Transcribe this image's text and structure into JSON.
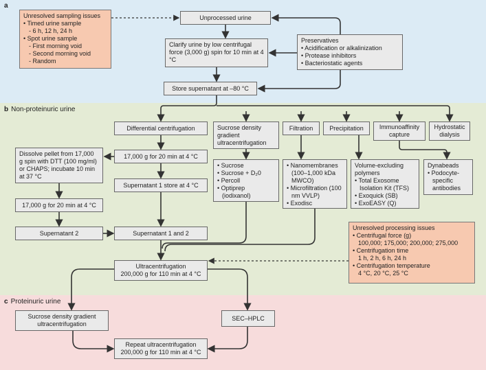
{
  "sections": {
    "a": {
      "letter": "a",
      "title": ""
    },
    "b": {
      "letter": "b",
      "title": "Non-proteinuric urine"
    },
    "c": {
      "letter": "c",
      "title": "Proteinuric urine"
    }
  },
  "sampling": {
    "title": "Unresolved sampling issues",
    "items": [
      {
        "type": "b",
        "text": "Timed urine sample"
      },
      {
        "type": "s",
        "text": "- 6 h, 12 h, 24 h"
      },
      {
        "type": "b",
        "text": "Spot urine sample"
      },
      {
        "type": "s",
        "text": "- First morning void"
      },
      {
        "type": "s",
        "text": "- Second morning void"
      },
      {
        "type": "s",
        "text": "- Random"
      }
    ]
  },
  "unprocessed": "Unprocessed urine",
  "clarify": "Clarify urine by low centrifugal force (3,000 g) spin for 10 min at 4 °C",
  "preservatives": {
    "title": "Preservatives",
    "items": [
      "Acidification or alkalinization",
      "Protease inhibitors",
      "Bacteriostatic agents"
    ]
  },
  "store": "Store supernatant at –80 °C",
  "methods": {
    "differential": "Differential centrifugation",
    "sucrose": "Sucrose density gradient ultracentrifugation",
    "filtration": "Filtration",
    "precipitation": "Precipitation",
    "immuno": "Immunoaffinity capture",
    "hydrostatic": "Hydrostatic dialysis"
  },
  "diff_steps": {
    "spin1": "17,000 g for 20 min at 4 °C",
    "dissolve": "Dissolve pellet from 17,000 g spin with DTT (100 mg/ml) or CHAPS; incubate 10 min at 37 °C",
    "super1": "Supernatant 1 store at 4 °C",
    "spin2": "17,000 g for 20 min at 4 °C",
    "super2": "Supernatant 2",
    "super12": "Supernatant 1 and 2"
  },
  "sucrose_list": [
    "Sucrose",
    "Sucrose + D₂0",
    "Percoll",
    "Optiprep (iodixanol)"
  ],
  "filtration_list": [
    "Nanomembranes (100–1,000 kDa MWCO)",
    "Microfiltration (100 nm VVLP)",
    "Exodisc"
  ],
  "precip_list": {
    "title": "Volume-excluding polymers",
    "items": [
      "Total Exosome Isolation Kit (TFS)",
      "Exoquick (SB)",
      "ExoEASY (Q)"
    ]
  },
  "immuno_list": {
    "title": "Dynabeads",
    "items": [
      "Podocyte-specific antibodies"
    ]
  },
  "processing": {
    "title": "Unresolved processing issues",
    "items": [
      {
        "type": "b",
        "text": "Centrifugal force (g)"
      },
      {
        "type": "s",
        "text": "100,000; 175,000; 200,000; 275,000"
      },
      {
        "type": "b",
        "text": "Centrifugation time"
      },
      {
        "type": "s",
        "text": "1 h, 2 h, 6 h, 24 h"
      },
      {
        "type": "b",
        "text": "Centrifugation temperature"
      },
      {
        "type": "s",
        "text": "4 °C, 20 °C, 25 °C"
      }
    ]
  },
  "ultra": {
    "line1": "Ultracentrifugation",
    "line2": "200,000 g for 110 min at 4 °C"
  },
  "proteinuric": {
    "sucrose": "Sucrose density gradient ultracentrifugation",
    "sec": "SEC–HPLC",
    "repeat1": "Repeat ultracentrifugation",
    "repeat2": "200,000 g for 110 min at 4 °C"
  }
}
